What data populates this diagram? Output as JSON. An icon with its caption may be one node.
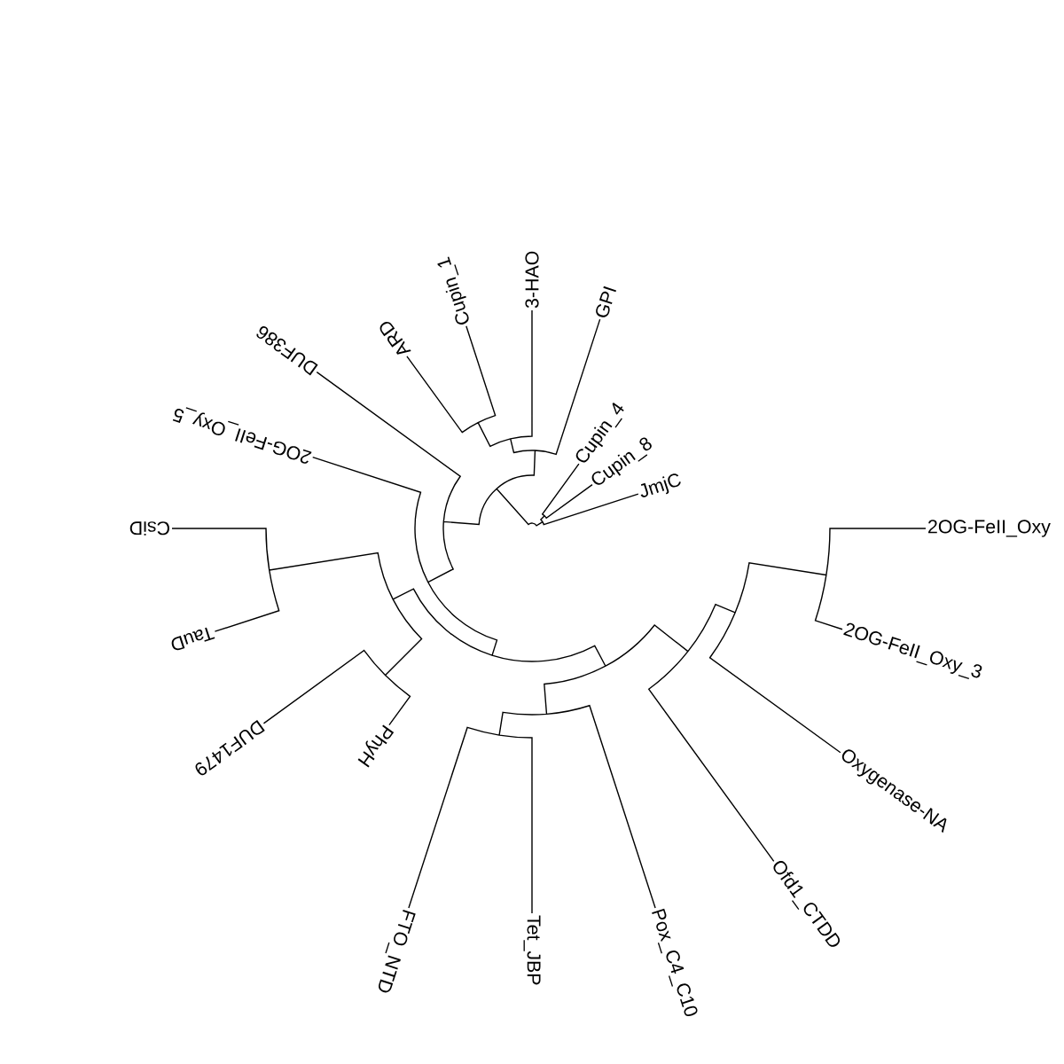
{
  "diagram": {
    "labels": [
      "2OG-FeII_Oxy",
      "2OG-FeII_Oxy_3",
      "Oxygenase-NA",
      "Ofd1_CTDD",
      "Pox_C4_C10",
      "Tet_JBP",
      "FTO_NTD",
      "PhyH",
      "DUF1479",
      "TauD",
      "CsiD",
      "2OG-FeII_Oxy_5",
      "DUF386",
      "ARD",
      "Cupin_1",
      "3-HAO",
      "GPI",
      "Cupin_4",
      "Cupin_8",
      "JmjC"
    ]
  }
}
